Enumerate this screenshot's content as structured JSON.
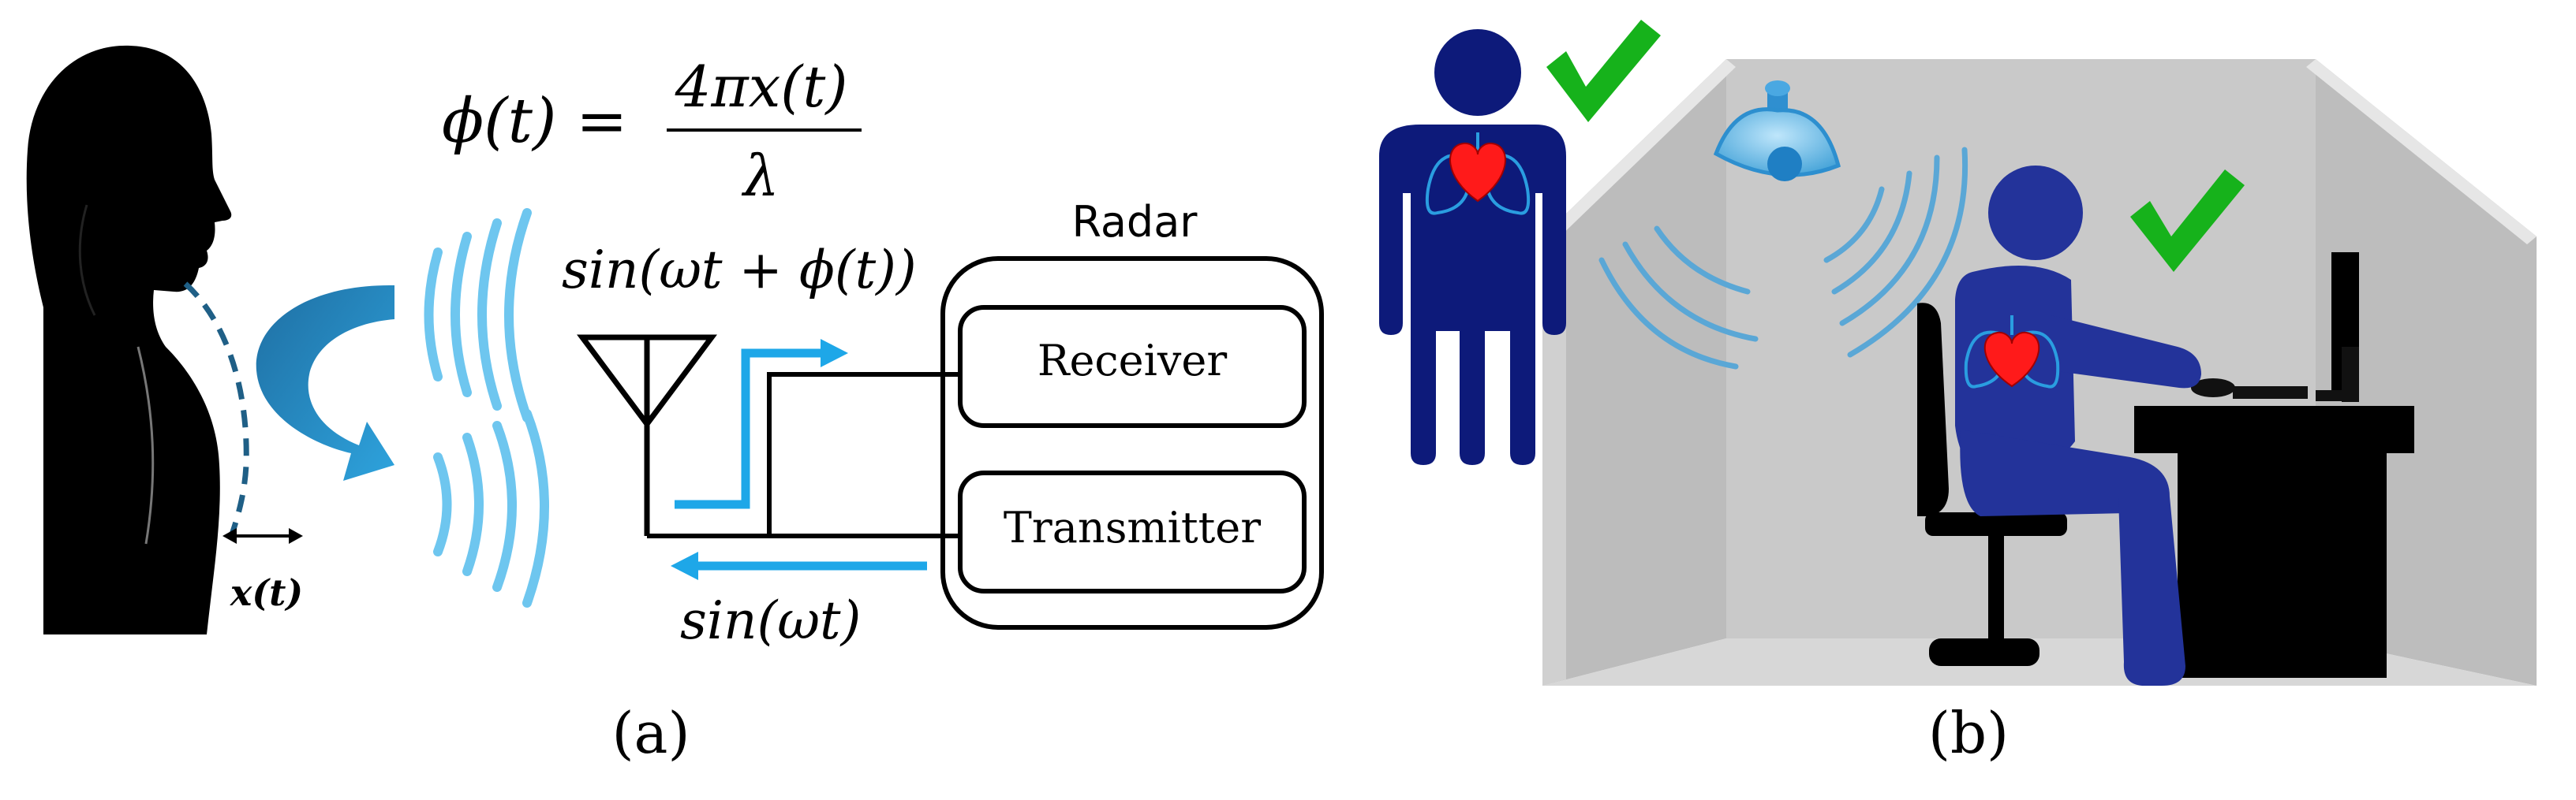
{
  "panel_a": {
    "equation_lhs": "ϕ(t) =",
    "equation_numerator": "4πx(t)",
    "equation_denominator": "λ",
    "received_signal": "sin(ωt + ϕ(t))",
    "transmitted_signal": "sin(ωt)",
    "displacement_label": "x(t)",
    "radar_label": "Radar",
    "receiver_label": "Receiver",
    "transmitter_label": "Transmitter",
    "caption": "(a)"
  },
  "panel_b": {
    "caption": "(b)"
  },
  "colors": {
    "wave": "#6ec6ef",
    "arrow_dark": "#1f6fa3",
    "arrow_light": "#2ea3dd",
    "signal_arrow": "#1ea7e8",
    "person_blue": "#0d1a7a",
    "seated_blue": "#23339a",
    "check_green": "#16b21b",
    "heart_red": "#ff1a1a",
    "wall_grey": "#c9c9c9"
  },
  "icons": [
    "person-silhouette-icon",
    "antenna-icon",
    "checkmark-icon",
    "heart-icon",
    "lungs-icon",
    "ceiling-radar-icon",
    "monitor-icon",
    "chair-icon",
    "desk-icon"
  ]
}
